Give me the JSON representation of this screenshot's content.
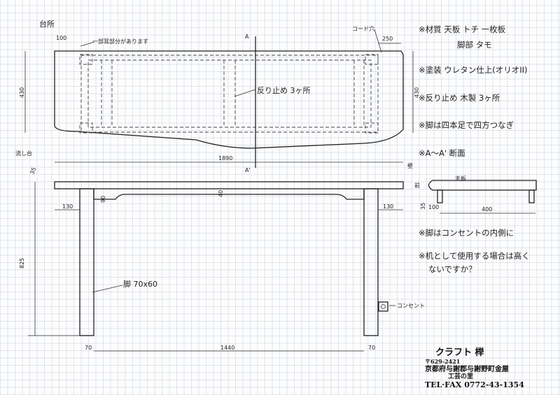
{
  "plan_view": {
    "kitchen_label": "台所",
    "edge_dim": "100",
    "edge_note": "一部耳部分があります",
    "section_mark_top": "A",
    "section_mark_bottom": "A'",
    "cord_hole_label": "コード穴",
    "cord_hole_dim": "250",
    "depth_left": "430",
    "depth_right": "430",
    "brace_label": "反り止め 3ヶ所",
    "width_dim": "1890",
    "sink_label": "流し台",
    "wall_label": "壁"
  },
  "front_view": {
    "top_thickness": "35",
    "overhang_left": "130",
    "apron_height": "90",
    "apron_dim": "40",
    "overhang_right": "130",
    "height_dim": "825",
    "leg_label": "脚 70x60",
    "leg_width_left": "70",
    "inner_span": "1440",
    "leg_width_right": "70",
    "outlet_label": "コンセント"
  },
  "notes": {
    "material": "※材質  天板 トチ 一枚板",
    "material_leg": "脚部 タモ",
    "finish": "※塗装  ウレタン仕上(オリオII)",
    "brace": "※反り止め 木製 3ヶ所",
    "legs": "※脚は四本足で四方つなぎ",
    "section_title": "※A～A' 断面",
    "leg_position": "※脚はコンセントの内側に",
    "height_question_1": "※机として使用する場合は高く",
    "height_question_2": "ないですか？"
  },
  "section_view": {
    "top_label": "天板",
    "front_label": "前",
    "thickness": "35",
    "inset": "100",
    "depth": "400"
  },
  "footer": {
    "company": "クラフト  榉",
    "postal": "〒629-2421",
    "address": "京都府与謝郡与謝野町金屋",
    "place": "工芸の里",
    "tel": "TEL·FAX 0772-43-1354"
  }
}
